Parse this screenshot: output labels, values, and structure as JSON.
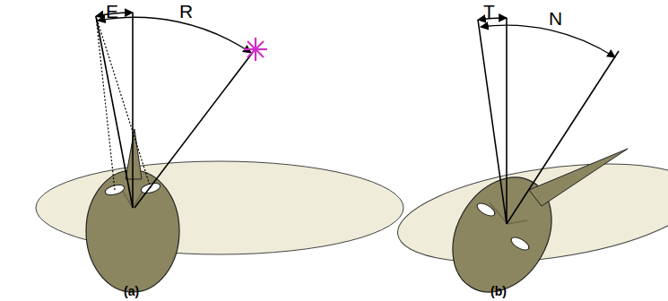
{
  "diagram": {
    "labels": [
      "E",
      "R",
      "(a)",
      "T",
      "N",
      "(b)"
    ]
  }
}
